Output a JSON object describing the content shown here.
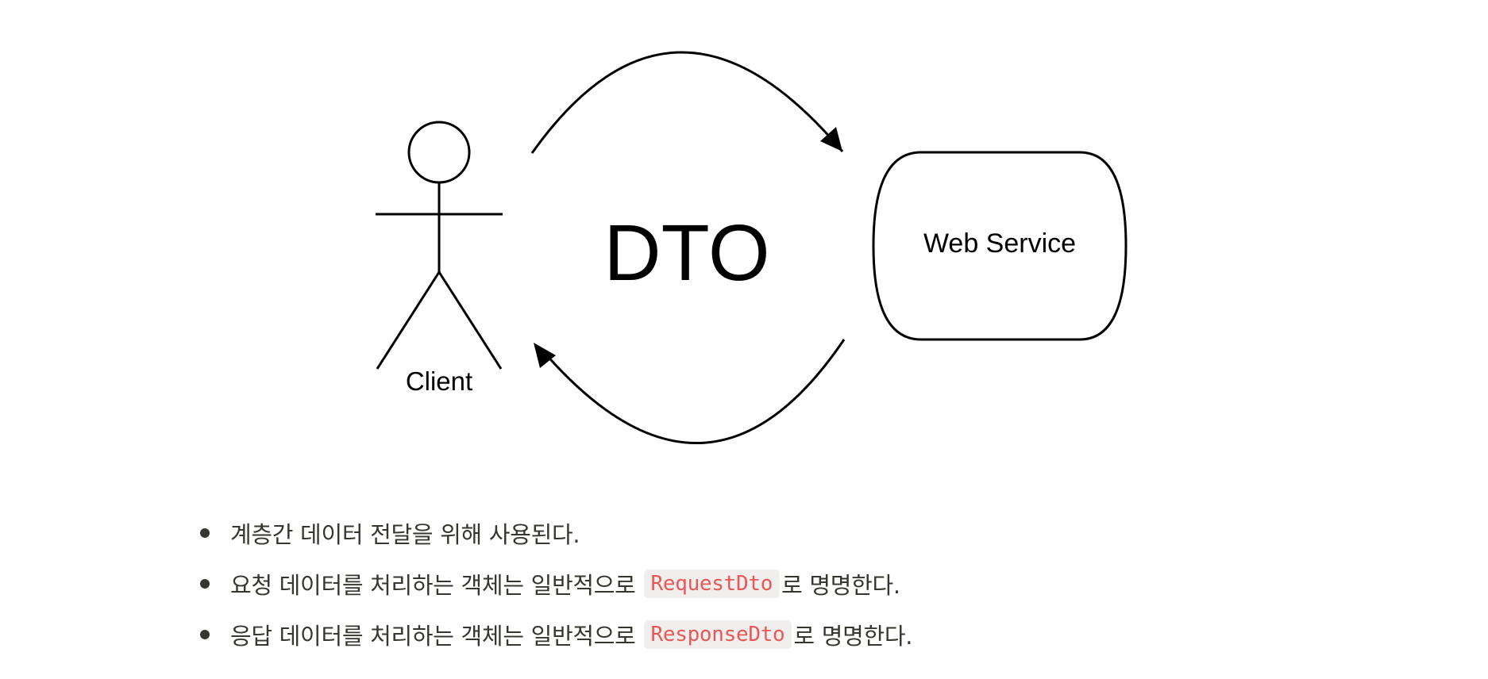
{
  "diagram": {
    "client_label": "Client",
    "center_label": "DTO",
    "service_label": "Web Service"
  },
  "bullets": [
    {
      "prefix": "계층간 데이터 전달을 위해 사용된다.",
      "code": "",
      "suffix": ""
    },
    {
      "prefix": "요청 데이터를 처리하는 객체는 일반적으로",
      "code": "RequestDto",
      "suffix": "로 명명한다."
    },
    {
      "prefix": "응답 데이터를 처리하는 객체는 일반적으로",
      "code": "ResponseDto",
      "suffix": "로 명명한다."
    }
  ]
}
